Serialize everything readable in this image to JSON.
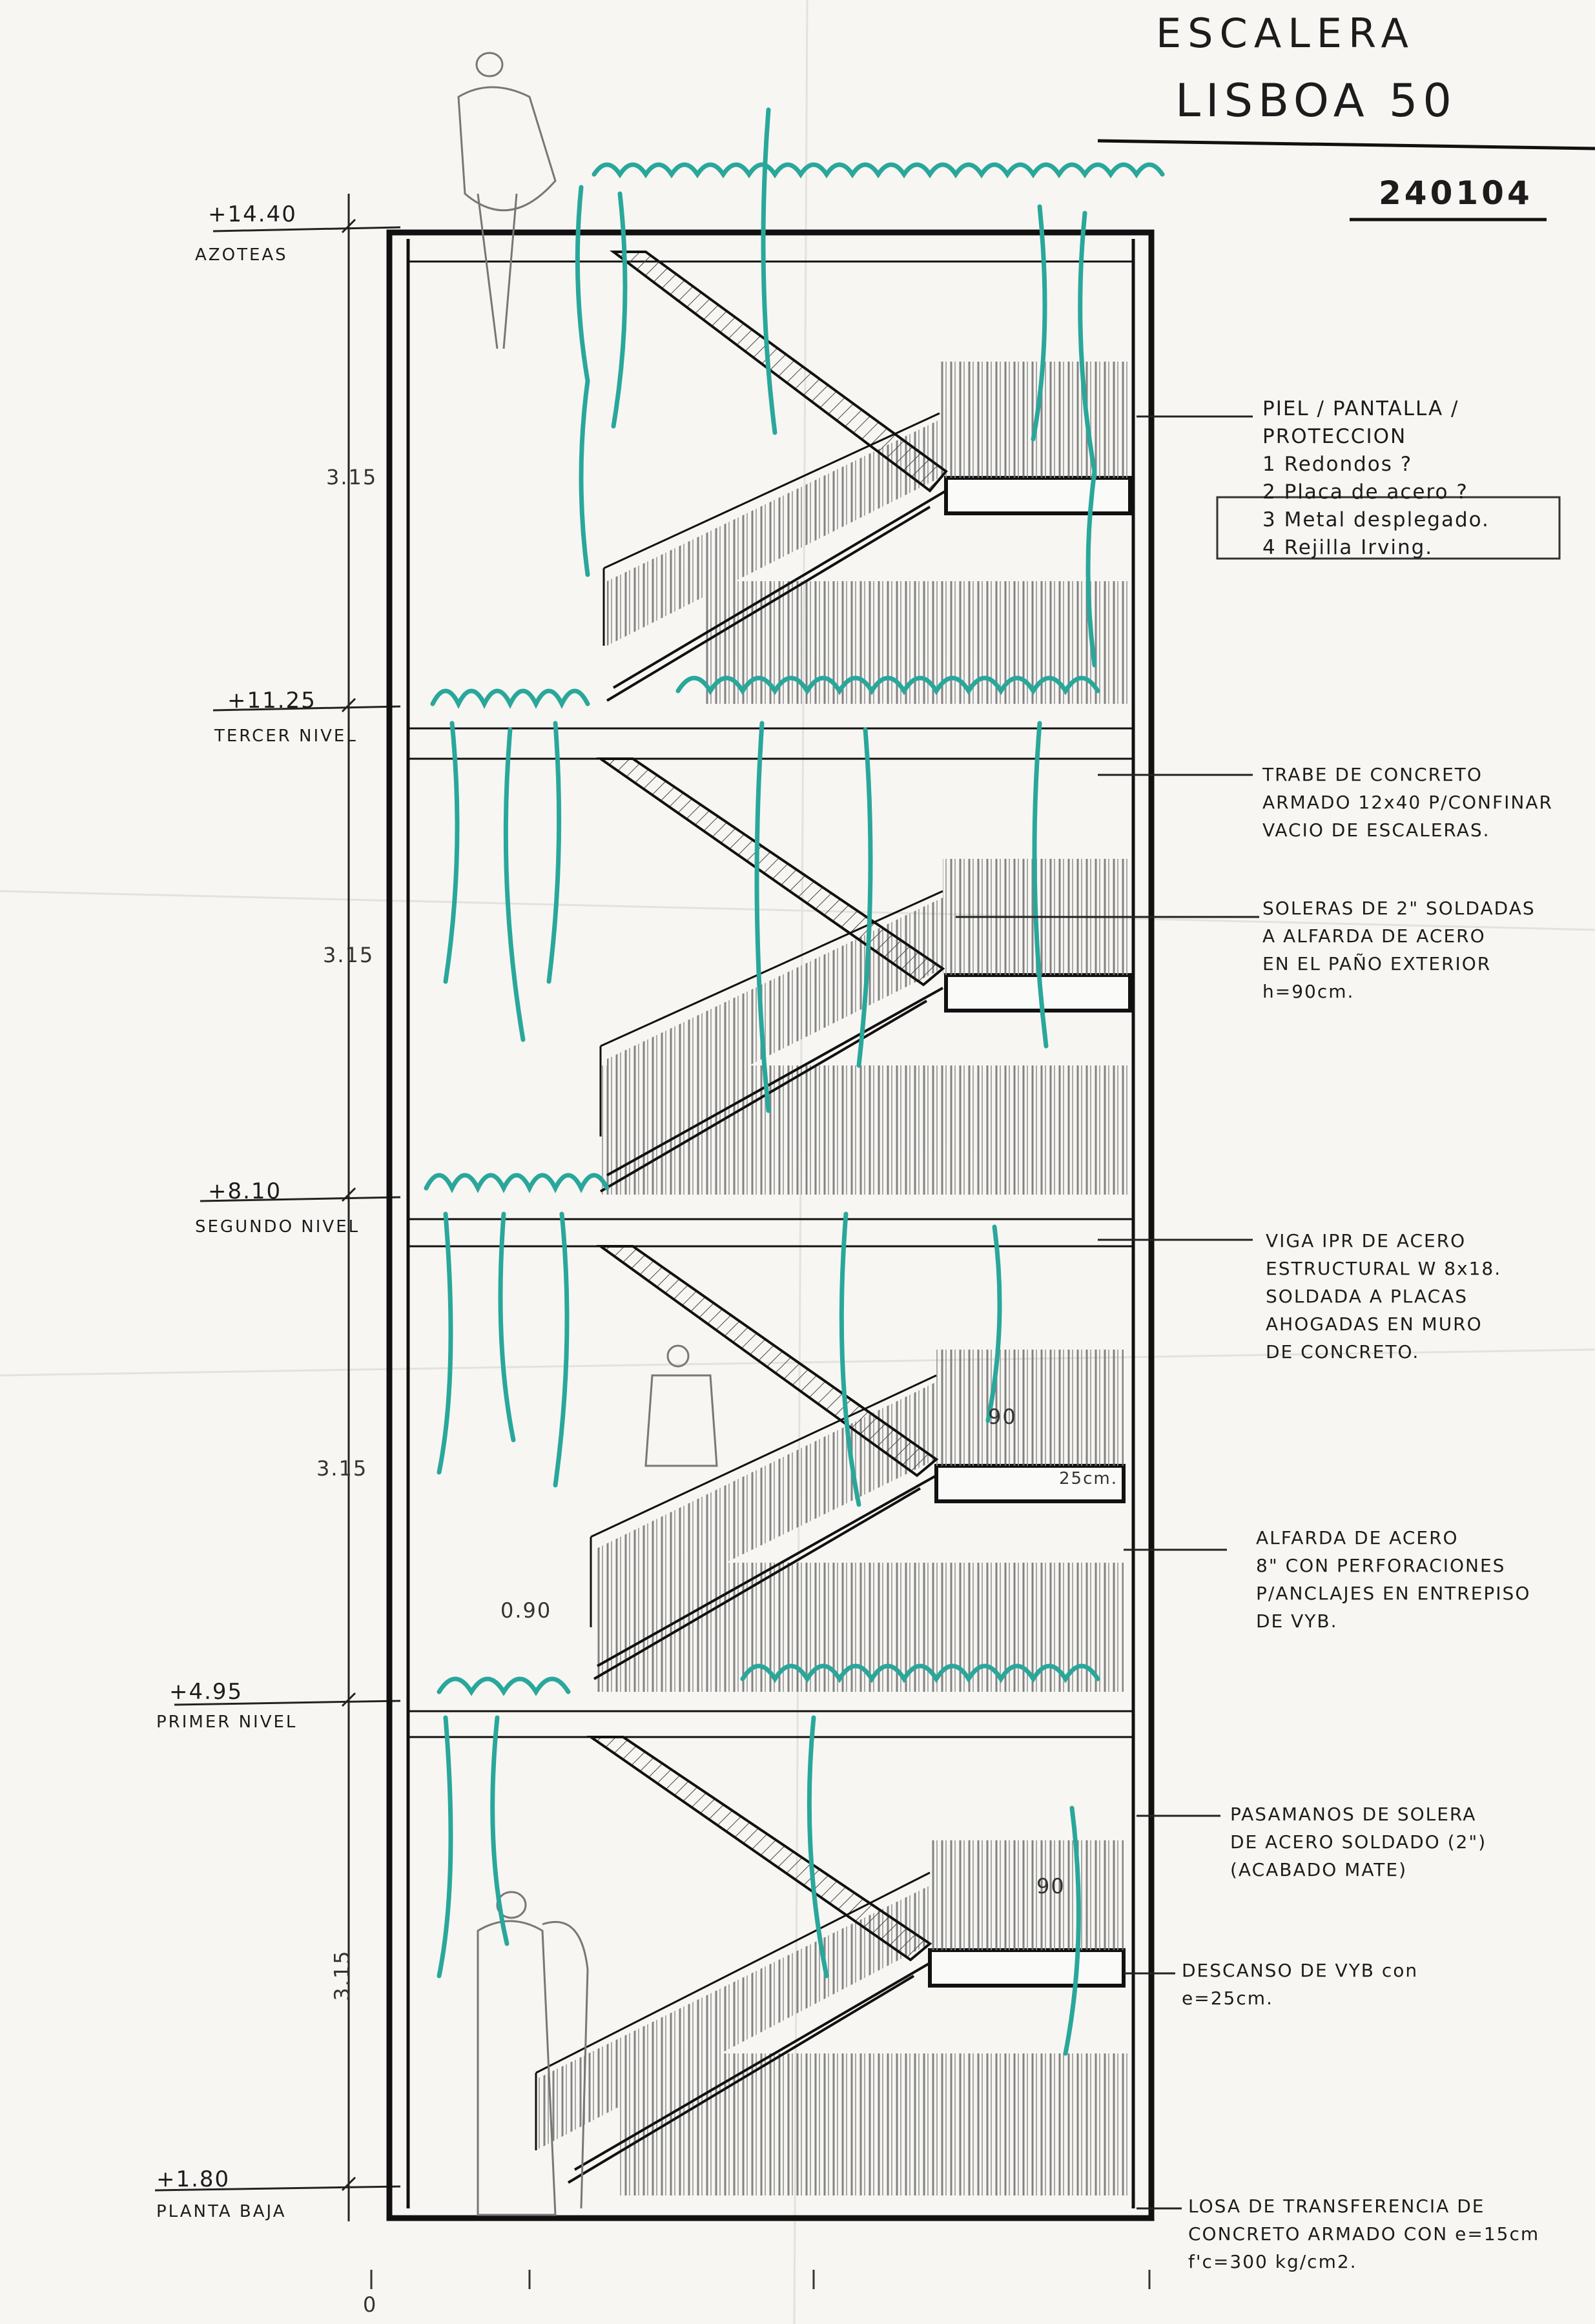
{
  "title": {
    "line1": "ESCALERA",
    "line2": "LISBOA 50",
    "date": "240104"
  },
  "levels": [
    {
      "elevation": "+14.40",
      "name": "AZOTEAS"
    },
    {
      "elevation": "+11.25",
      "name": "TERCER NIVEL"
    },
    {
      "elevation": "+8.10",
      "name": "SEGUNDO NIVEL"
    },
    {
      "elevation": "+4.95",
      "name": "PRIMER NIVEL"
    },
    {
      "elevation": "+1.80",
      "name": "PLANTA BAJA"
    }
  ],
  "dimensions": {
    "floor_heights": [
      "3.15",
      "3.15",
      "3.15",
      "3.15"
    ],
    "rail_height": "0.90",
    "rail_90_a": "90",
    "rail_90_b": "90",
    "step": "25cm.",
    "axis_zero": "0"
  },
  "notes": {
    "piel": [
      "PIEL / PANTALLA /",
      "PROTECCION",
      "1 Redondos ?",
      "2 Placa de acero ?",
      "3 Metal desplegado.",
      "4 Rejilla Irving."
    ],
    "trabe": [
      "TRABE DE CONCRETO",
      "ARMADO 12x40 P/CONFINAR",
      "VACIO DE ESCALERAS."
    ],
    "soleras": [
      "SOLERAS DE 2\" SOLDADAS",
      "A ALFARDA DE ACERO",
      "EN EL PAÑO EXTERIOR",
      "h=90cm."
    ],
    "viga": [
      "VIGA IPR DE ACERO",
      "ESTRUCTURAL W 8x18.",
      "SOLDADA A PLACAS",
      "AHOGADAS EN MURO",
      "DE CONCRETO."
    ],
    "alfarda": [
      "ALFARDA DE ACERO",
      "8\" CON PERFORACIONES",
      "P/ANCLAJES EN ENTREPISO",
      "DE VYB."
    ],
    "pasamanos": [
      "PASAMANOS DE SOLERA",
      "DE ACERO SOLDADO (2\")",
      "(ACABADO MATE)"
    ],
    "descanso": [
      "DESCANSO DE VYB con",
      "e=25cm."
    ],
    "losa": [
      "LOSA DE TRANSFERENCIA DE",
      "CONCRETO ARMADO CON e=15cm",
      "f'c=300 kg/cm2."
    ]
  },
  "colors": {
    "ink": "#1c1c1c",
    "pencil": "#8a8a8a",
    "plants": "#2aa79b",
    "paper": "#f7f6f2"
  }
}
